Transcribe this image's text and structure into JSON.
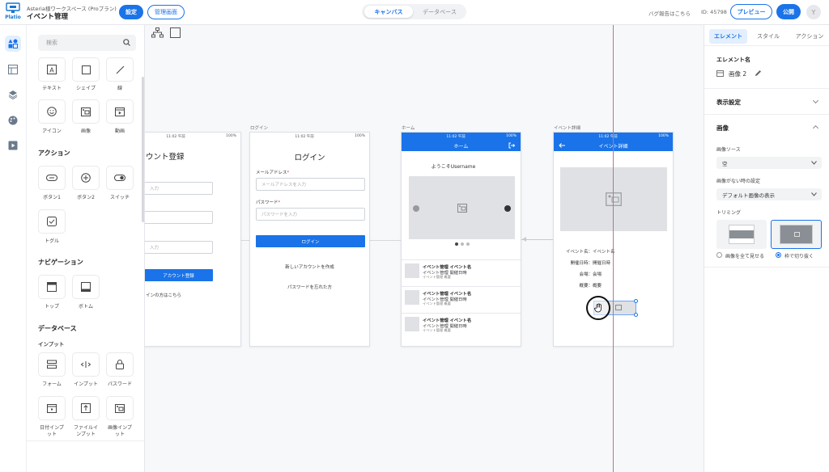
{
  "header": {
    "workspace": "Asteria様ワークスペース (Proプラン)",
    "app_title": "イベント管理",
    "logo_text": "Platio",
    "settings_label": "設定",
    "admin_label": "管理画面",
    "tab_canvas": "キャンバス",
    "tab_database": "データベース",
    "bug_report": "バグ報告はこちら",
    "app_id": "ID: 45798",
    "preview_label": "プレビュー",
    "publish_label": "公開",
    "avatar_initial": "Y"
  },
  "left_panel": {
    "search_placeholder": "検索",
    "basic_items": [
      "テキスト",
      "シェイプ",
      "線",
      "アイコン",
      "画像",
      "動画"
    ],
    "action_heading": "アクション",
    "action_items": [
      "ボタン1",
      "ボタン2",
      "スイッチ",
      "トグル"
    ],
    "nav_heading": "ナビゲーション",
    "nav_items": [
      "トップ",
      "ボトム"
    ],
    "db_heading": "データベース",
    "input_heading": "インプット",
    "input_items": [
      "フォーム",
      "インプット",
      "パスワード"
    ],
    "input_items2": [
      [
        "日付インプ",
        "ット"
      ],
      [
        "ファイルイ",
        "ンプット"
      ],
      [
        "画像インプ",
        "ット"
      ]
    ]
  },
  "canvas": {
    "screen_register": {
      "title": "ウント登録",
      "placeholder": "入力",
      "button": "アカウント登録",
      "link": "インの方はこちら",
      "time": "11:02 午前",
      "battery": "100%"
    },
    "screen_login": {
      "label": "ログイン",
      "title": "ログイン",
      "email_label": "メールアドレス",
      "email_placeholder": "メールアドレスを入力",
      "password_label": "パスワード",
      "password_placeholder": "パスワードを入力",
      "button": "ログイン",
      "create_account": "新しいアカウントを作成",
      "forgot": "パスワードを忘れた方",
      "time": "11:02 午前",
      "battery": "100%"
    },
    "screen_home": {
      "label": "ホーム",
      "nav_title": "ホーム",
      "welcome": "ようこそUsername",
      "time": "11:02 午前",
      "battery": "100%",
      "list": [
        {
          "t1": "イベント管理 イベント名",
          "t2": "イベント管理 開催日時",
          "t3": "イベント管理 概要"
        },
        {
          "t1": "イベント管理 イベント名",
          "t2": "イベント管理 開催日時",
          "t3": "イベント管理 概要"
        },
        {
          "t1": "イベント管理 イベント名",
          "t2": "イベント管理 開催日時",
          "t3": "イベント管理 概要"
        }
      ]
    },
    "screen_detail": {
      "label": "イベント詳細",
      "nav_title": "イベント詳細",
      "time": "11:02 午前",
      "battery": "100%",
      "fields": [
        {
          "k": "イベント名：",
          "v": "イベント名"
        },
        {
          "k": "開催日時：",
          "v": "開催日時"
        },
        {
          "k": "会場：",
          "v": "会場"
        },
        {
          "k": "概要：",
          "v": "概要"
        }
      ]
    },
    "accent": "#1a73e8"
  },
  "right_panel": {
    "tabs": [
      "エレメント",
      "スタイル",
      "アクション"
    ],
    "element_name_heading": "エレメント名",
    "element_name": "画像 2",
    "display_settings": "表示設定",
    "image_heading": "画像",
    "image_source_label": "画像ソース",
    "image_source_value": "空",
    "no_image_label": "画像がない時の設定",
    "no_image_value": "デフォルト画像の表示",
    "trimming_label": "トリミング",
    "radio_fit": "画像を全て見せる",
    "radio_crop": "枠で切り抜く",
    "radio_selected": "crop"
  }
}
